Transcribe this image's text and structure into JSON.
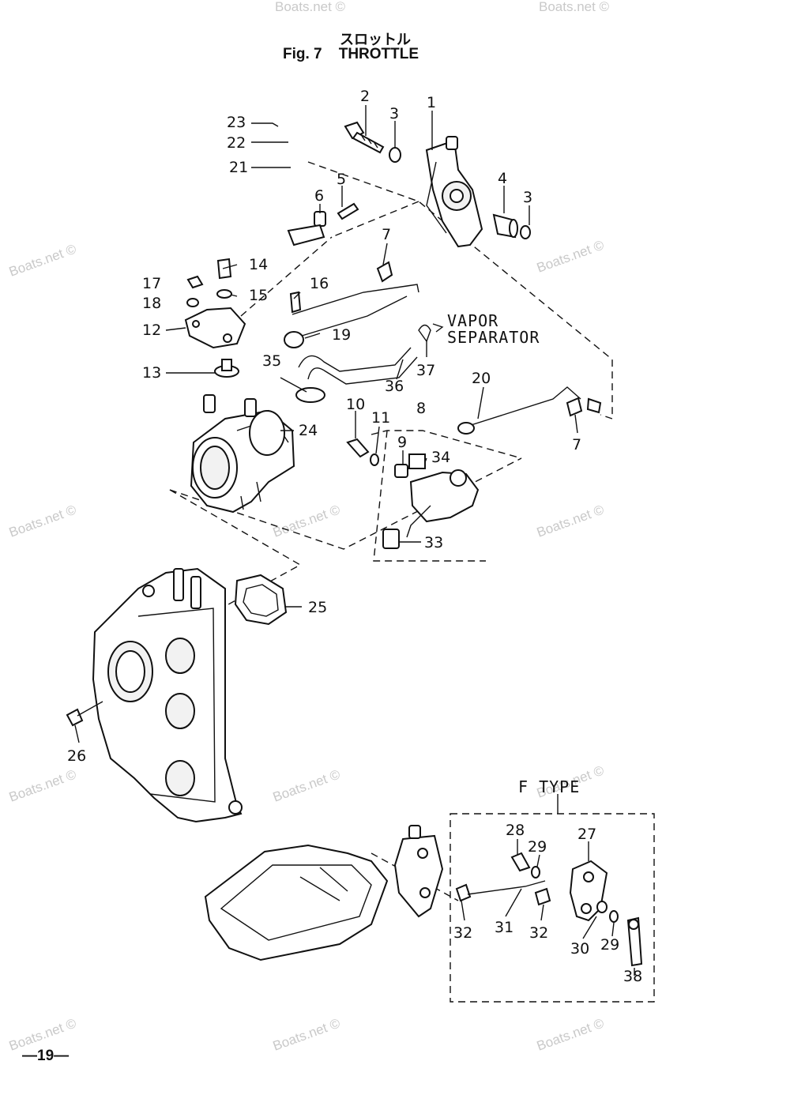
{
  "header": {
    "title_jp": "スロットル",
    "title_fig": "Fig. 7    THROTTLE"
  },
  "footer": {
    "page_number": "—19—"
  },
  "notes": {
    "vapor": "VAPOR",
    "separator": "SEPARATOR",
    "f_type": "F TYPE"
  },
  "watermark": "Boats.net ©",
  "callouts": {
    "c1": "1",
    "c2": "2",
    "c3a": "3",
    "c3b": "3",
    "c4": "4",
    "c5": "5",
    "c6": "6",
    "c7a": "7",
    "c7b": "7",
    "c8": "8",
    "c9": "9",
    "c10": "10",
    "c11": "11",
    "c12": "12",
    "c13": "13",
    "c14": "14",
    "c15": "15",
    "c16": "16",
    "c17": "17",
    "c18": "18",
    "c19": "19",
    "c20": "20",
    "c21": "21",
    "c22": "22",
    "c23": "23",
    "c24": "24",
    "c25": "25",
    "c26": "26",
    "c27": "27",
    "c28": "28",
    "c29a": "29",
    "c29b": "29",
    "c30": "30",
    "c31": "31",
    "c32a": "32",
    "c32b": "32",
    "c33": "33",
    "c34": "34",
    "c35": "35",
    "c36": "36",
    "c37": "37",
    "c38": "38"
  }
}
